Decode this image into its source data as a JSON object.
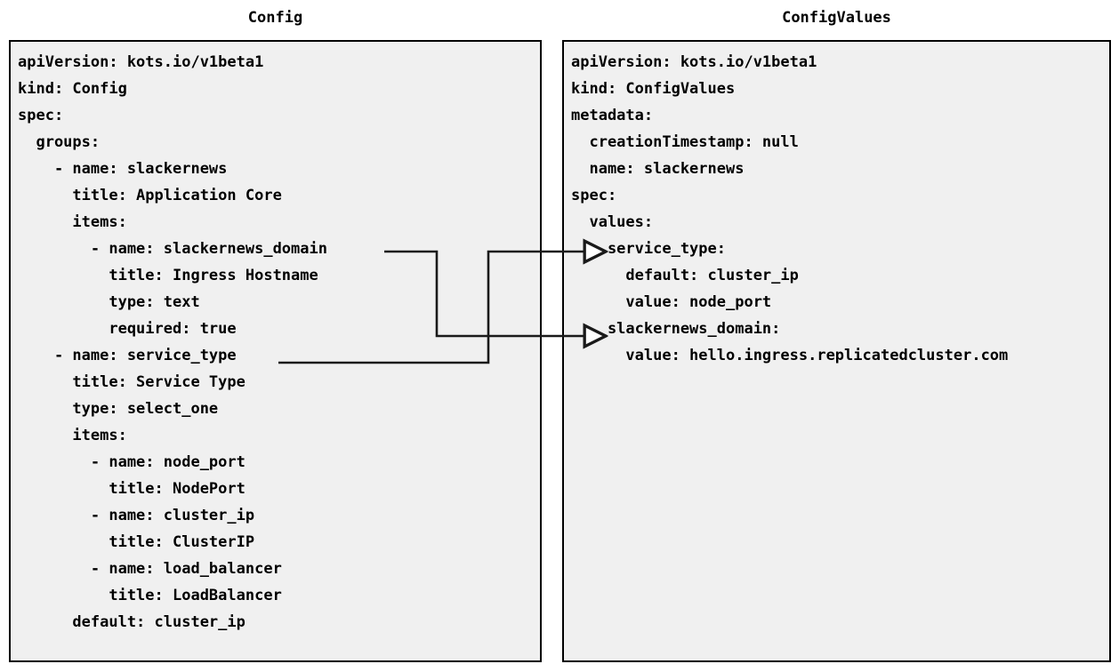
{
  "diagram": {
    "title_left": "Config",
    "title_right": "ConfigValues",
    "background_color": "#ffffff",
    "panel_fill_color": "#f0f0f0",
    "panel_border_color": "#000000",
    "connector_color": "#1a1a1a"
  },
  "config_panel": {
    "heading": "Config",
    "lines": [
      "apiVersion: kots.io/v1beta1",
      "kind: Config",
      "spec:",
      "  groups:",
      "    - name: slackernews",
      "      title: Application Core",
      "      items:",
      "        - name: slackernews_domain",
      "          title: Ingress Hostname",
      "          type: text",
      "          required: true",
      "    - name: service_type",
      "      title: Service Type",
      "      type: select_one",
      "      items:",
      "        - name: node_port",
      "          title: NodePort",
      "        - name: cluster_ip",
      "          title: ClusterIP",
      "        - name: load_balancer",
      "          title: LoadBalancer",
      "      default: cluster_ip"
    ]
  },
  "configvalues_panel": {
    "heading": "ConfigValues",
    "lines": [
      "apiVersion: kots.io/v1beta1",
      "kind: ConfigValues",
      "metadata:",
      "  creationTimestamp: null",
      "  name: slackernews",
      "spec:",
      "  values:",
      "    service_type:",
      "      default: cluster_ip",
      "      value: node_port",
      "    slackernews_domain:",
      "      value: hello.ingress.replicatedcluster.com"
    ]
  },
  "connectors": [
    {
      "id": "slackernews-domain-link",
      "source_label": "slackernews_domain",
      "target_label": "slackernews_domain:",
      "arrowhead": "open-triangle"
    },
    {
      "id": "service-type-link",
      "source_label": "service_type",
      "target_label": "service_type:",
      "arrowhead": "open-triangle"
    }
  ]
}
